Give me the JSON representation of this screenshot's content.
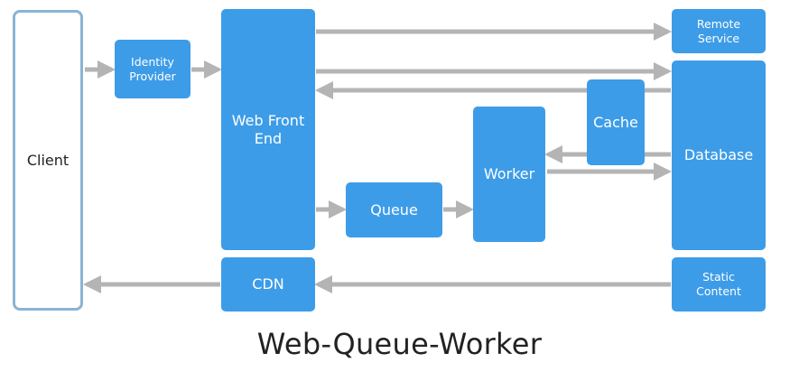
{
  "diagram": {
    "title": "Web-Queue-Worker",
    "nodes": {
      "client": "Client",
      "identity_provider": [
        "Identity",
        "Provider"
      ],
      "web_front_end": [
        "Web Front",
        "End"
      ],
      "queue": "Queue",
      "worker": "Worker",
      "cache": "Cache",
      "remote_service": [
        "Remote",
        "Service"
      ],
      "database": "Database",
      "cdn": "CDN",
      "static_content": [
        "Static",
        "Content"
      ]
    },
    "colors": {
      "node_fill": "#3d9ce8",
      "client_border": "#8ab4d4",
      "arrow": "#b4b4b4"
    }
  }
}
